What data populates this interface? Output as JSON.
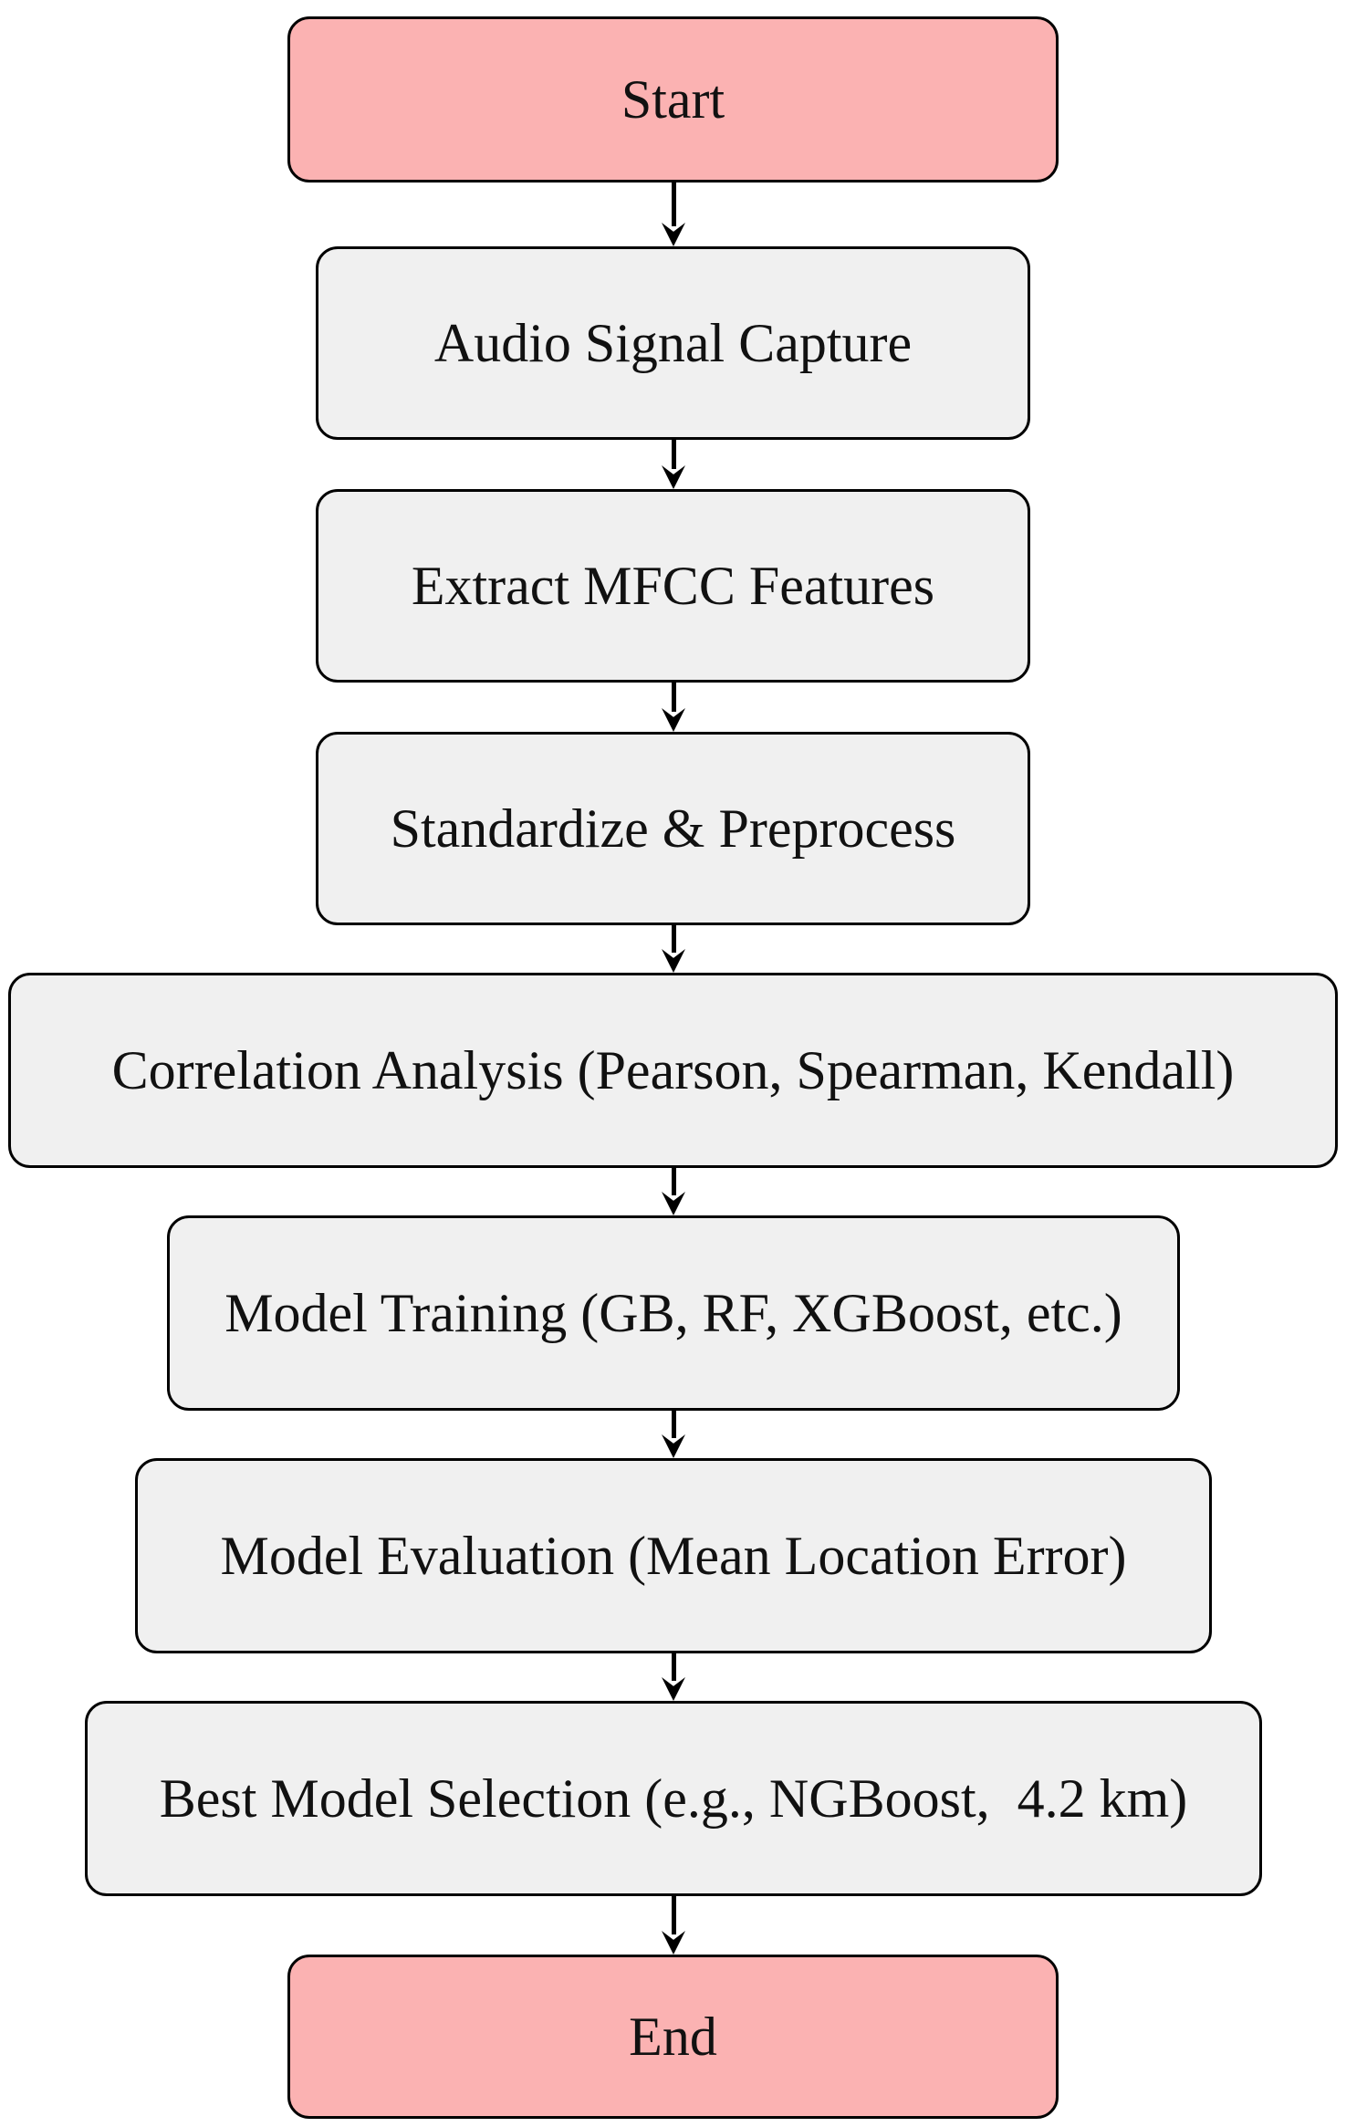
{
  "diagram": {
    "type": "flowchart",
    "direction": "top-to-bottom",
    "colors": {
      "terminal_fill": "#FBB2B2",
      "process_fill": "#F0F0F0",
      "border": "#000000",
      "arrow": "#000000",
      "background": "#FFFFFF",
      "text": "#111111"
    },
    "nodes": [
      {
        "id": "start",
        "kind": "terminal",
        "label": "Start"
      },
      {
        "id": "audio-signal-capture",
        "kind": "process",
        "label": "Audio Signal Capture"
      },
      {
        "id": "extract-mfcc",
        "kind": "process",
        "label": "Extract MFCC Features"
      },
      {
        "id": "standardize",
        "kind": "process",
        "label": "Standardize & Preprocess"
      },
      {
        "id": "correlation-analysis",
        "kind": "process",
        "label": "Correlation Analysis (Pearson, Spearman, Kendall)"
      },
      {
        "id": "model-training",
        "kind": "process",
        "label": "Model Training (GB, RF, XGBoost, etc.)"
      },
      {
        "id": "model-evaluation",
        "kind": "process",
        "label": "Model Evaluation (Mean Location Error)"
      },
      {
        "id": "best-model-selection",
        "kind": "process",
        "label": "Best Model Selection (e.g., NGBoost,  4.2 km)"
      },
      {
        "id": "end",
        "kind": "terminal",
        "label": "End"
      }
    ],
    "edges": [
      {
        "from": "start",
        "to": "audio-signal-capture"
      },
      {
        "from": "audio-signal-capture",
        "to": "extract-mfcc"
      },
      {
        "from": "extract-mfcc",
        "to": "standardize"
      },
      {
        "from": "standardize",
        "to": "correlation-analysis"
      },
      {
        "from": "correlation-analysis",
        "to": "model-training"
      },
      {
        "from": "model-training",
        "to": "model-evaluation"
      },
      {
        "from": "model-evaluation",
        "to": "best-model-selection"
      },
      {
        "from": "best-model-selection",
        "to": "end"
      }
    ]
  }
}
